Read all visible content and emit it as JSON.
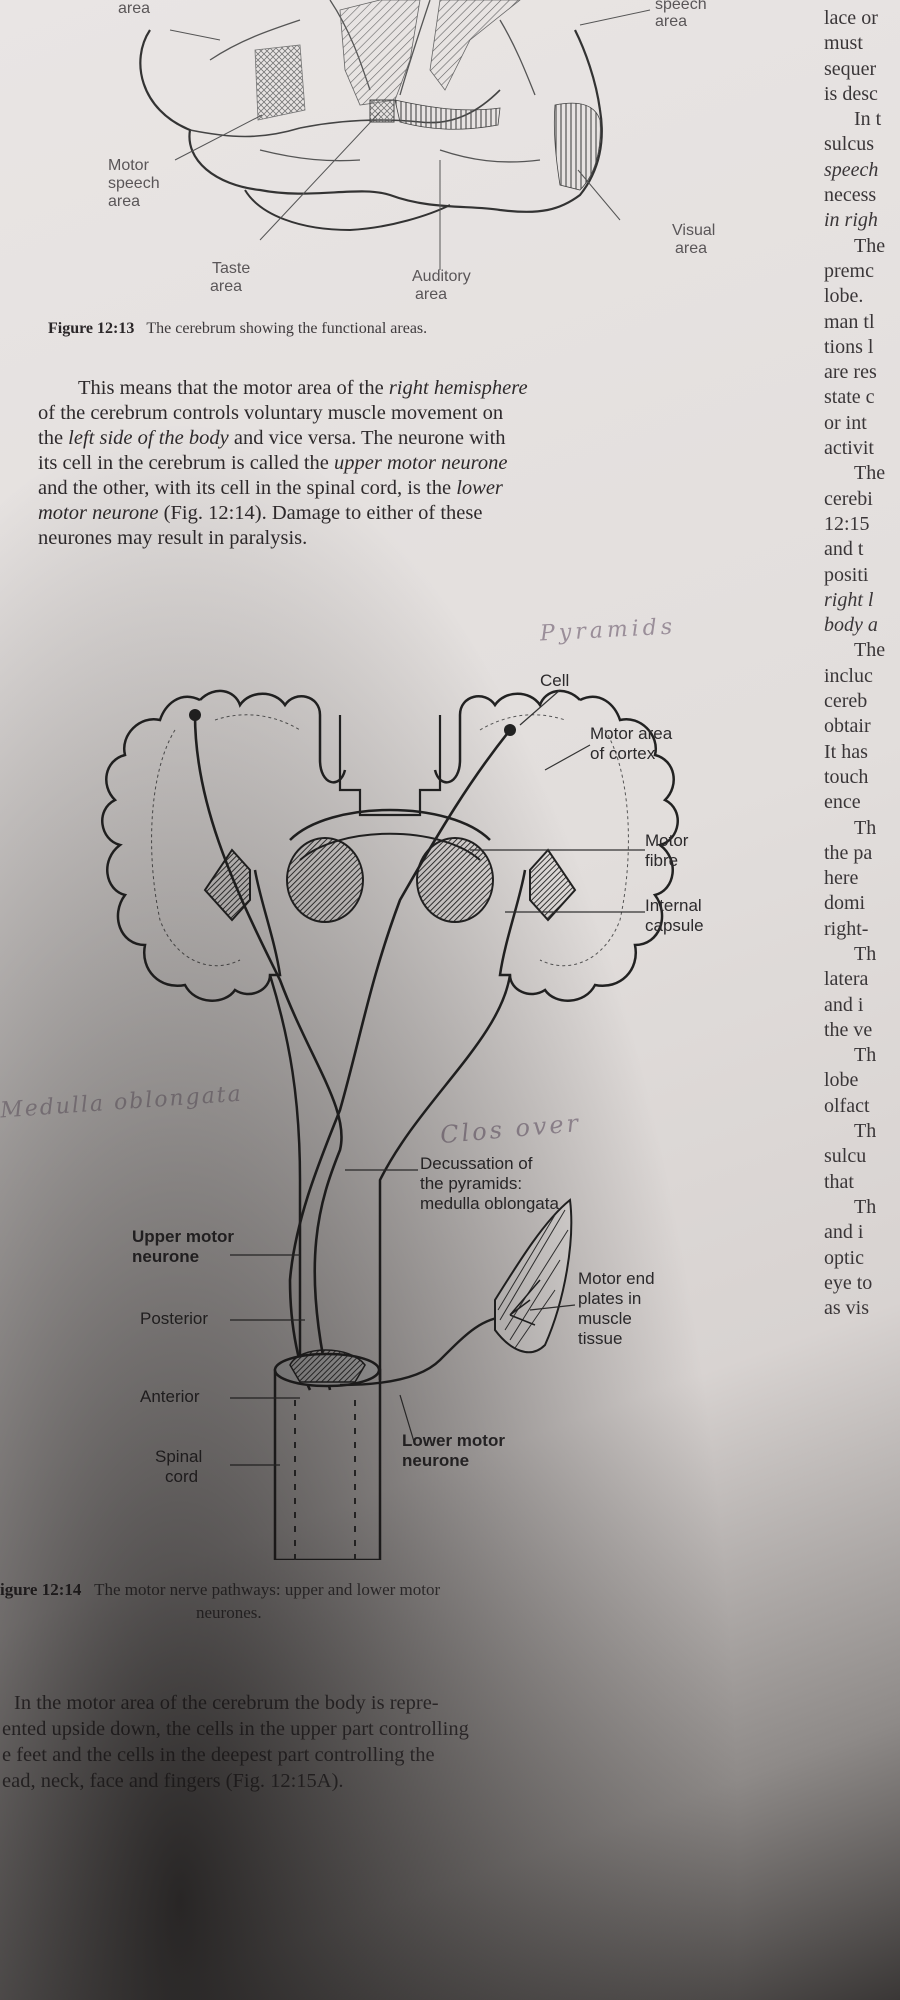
{
  "figure1": {
    "labels": {
      "area_top": "area",
      "speech_area_1": "speech",
      "speech_area_2": "area",
      "motor_speech_1": "Motor",
      "motor_speech_2": "speech",
      "motor_speech_3": "area",
      "visual_1": "Visual",
      "visual_2": "area",
      "taste_1": "Taste",
      "taste_2": "area",
      "auditory_1": "Auditory",
      "auditory_2": "area"
    },
    "caption_num": "Figure 12:13",
    "caption_text": "The cerebrum showing the functional areas."
  },
  "paragraph1": {
    "l1a": "This means that the motor area of the ",
    "l1i": "right hemisphere",
    "l2": "of the cerebrum controls voluntary muscle movement on",
    "l3a": "the ",
    "l3i": "left side of the body",
    "l3b": " and vice versa. The neurone with",
    "l4a": "its cell in the cerebrum is called the ",
    "l4i": "upper motor neurone",
    "l5a": "and the other, with its cell in the spinal cord, is the ",
    "l5i": "lower",
    "l6i": "motor neurone",
    "l6b": " (Fig. 12:14). Damage to either of these",
    "l7": "neurones may result in paralysis."
  },
  "figure2": {
    "labels": {
      "cell": "Cell",
      "motor_area_1": "Motor area",
      "motor_area_2": "of cortex",
      "motor_fibre_1": "Motor",
      "motor_fibre_2": "fibre",
      "internal_capsule_1": "Internal",
      "internal_capsule_2": "capsule",
      "decussation_1": "Decussation of",
      "decussation_2": "the pyramids:",
      "decussation_3": "medulla oblongata",
      "upper_motor_1": "Upper motor",
      "upper_motor_2": "neurone",
      "motor_end_1": "Motor end",
      "motor_end_2": "plates in",
      "motor_end_3": "muscle",
      "motor_end_4": "tissue",
      "posterior": "Posterior",
      "anterior": "Anterior",
      "spinal_1": "Spinal",
      "spinal_2": "cord",
      "lower_motor_1": "Lower motor",
      "lower_motor_2": "neurone"
    },
    "handwriting": {
      "pyramids": "Pyramids",
      "medulla": "Medulla oblongata",
      "cross": "Clos over"
    },
    "caption_num": "igure 12:14",
    "caption_text_1": "The motor nerve pathways: upper and lower motor",
    "caption_text_2": "neurones."
  },
  "paragraph2": {
    "l1": "In the motor area of the cerebrum the body is repre-",
    "l2": "ented upside down, the cells in the upper part controlling",
    "l3": "e feet and the cells in the deepest part controlling the",
    "l4": "ead, neck, face and fingers (Fig. 12:15A)."
  },
  "right_column": [
    "lace or",
    "must",
    "sequer",
    "is desc",
    "In t",
    "sulcus",
    "speech",
    "necess",
    "in righ",
    "The",
    "premc",
    "lobe. ",
    "man tl",
    "tions l",
    "are res",
    "state c",
    "or int",
    "activit",
    "The",
    "cerebi",
    "12:15",
    "and t",
    "positi",
    "right l",
    "body a",
    "The",
    "incluc",
    "cereb",
    "obtair",
    "It has",
    "touch",
    "ence ",
    "Th",
    "the pa",
    "here ",
    "domi",
    "right-",
    "Th",
    "latera",
    "and i",
    "the ve",
    "Th",
    "lobe ",
    "olfact",
    "Th",
    "sulcu",
    "that ",
    "Th",
    "and i",
    "optic",
    "eye to",
    "as vis"
  ]
}
